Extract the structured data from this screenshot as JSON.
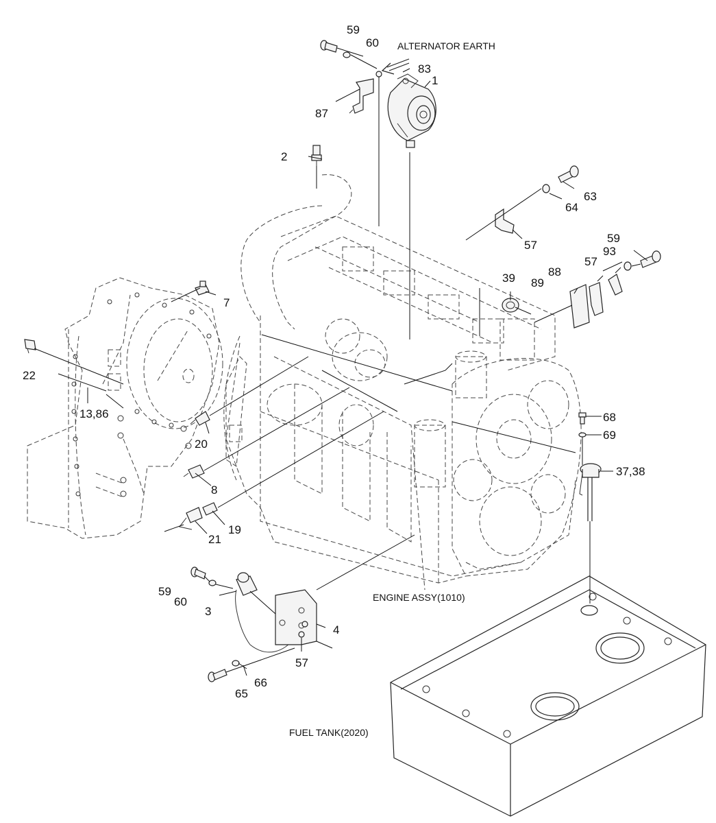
{
  "captions": {
    "alternator_earth": "ALTERNATOR EARTH",
    "engine_assy": "ENGINE ASSY(1010)",
    "fuel_tank": "FUEL TANK(2020)"
  },
  "callouts": {
    "c59a": "59",
    "c60a": "60",
    "c83": "83",
    "c1": "1",
    "c87": "87",
    "c2": "2",
    "c63": "63",
    "c64": "64",
    "c57a": "57",
    "c59b": "59",
    "c93": "93",
    "c57b": "57",
    "c88": "88",
    "c89": "89",
    "c39": "39",
    "c7": "7",
    "c22": "22",
    "c1386": "13,86",
    "c20": "20",
    "c8": "8",
    "c19": "19",
    "c21": "21",
    "c68": "68",
    "c69": "69",
    "c3738": "37,38",
    "c59c": "59",
    "c60c": "60",
    "c3": "3",
    "c4": "4",
    "c57c": "57",
    "c66": "66",
    "c65": "65"
  }
}
